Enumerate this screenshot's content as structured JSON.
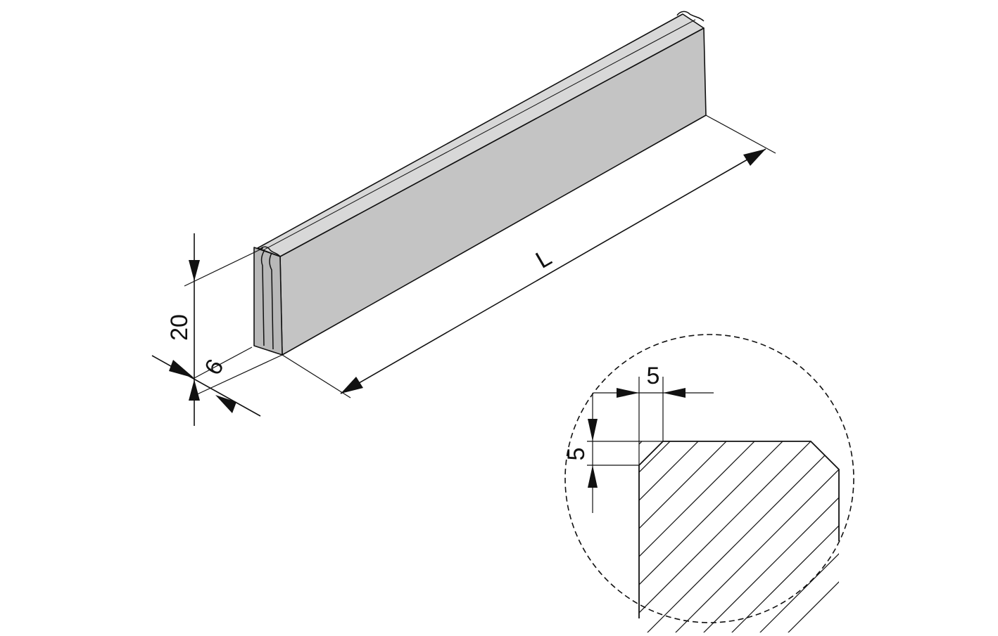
{
  "labels": {
    "height": "20",
    "width": "6",
    "length": "L",
    "chamfer_horizontal": "5",
    "chamfer_vertical": "5"
  },
  "colors": {
    "stone_front": "#c4c4c4",
    "stone_top": "#d7d7d7",
    "stone_end": "#b6b6b6",
    "stroke": "#111111"
  }
}
